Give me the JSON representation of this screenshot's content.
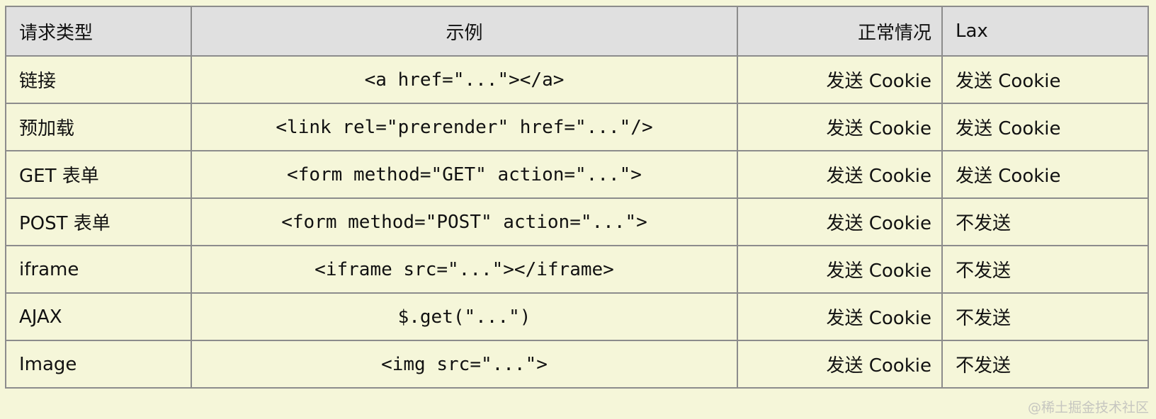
{
  "table": {
    "headers": [
      "请求类型",
      "示例",
      "正常情况",
      "Lax"
    ],
    "rows": [
      [
        "链接",
        "<a href=\"...\"></a>",
        "发送 Cookie",
        "发送 Cookie"
      ],
      [
        "预加载",
        "<link rel=\"prerender\" href=\"...\"/>",
        "发送 Cookie",
        "发送 Cookie"
      ],
      [
        "GET 表单",
        "<form method=\"GET\" action=\"...\">",
        "发送 Cookie",
        "发送 Cookie"
      ],
      [
        "POST 表单",
        "<form method=\"POST\" action=\"...\">",
        "发送 Cookie",
        "不发送"
      ],
      [
        "iframe",
        "<iframe src=\"...\"></iframe>",
        "发送 Cookie",
        "不发送"
      ],
      [
        "AJAX",
        "$.get(\"...\")",
        "发送 Cookie",
        "不发送"
      ],
      [
        "Image",
        "<img src=\"...\">",
        "发送 Cookie",
        "不发送"
      ]
    ]
  },
  "watermark": "@稀土掘金技术社区",
  "colors": {
    "header_bg": "#e0e0e0",
    "body_bg": "#f5f6d9",
    "border": "#8c8c8c"
  }
}
